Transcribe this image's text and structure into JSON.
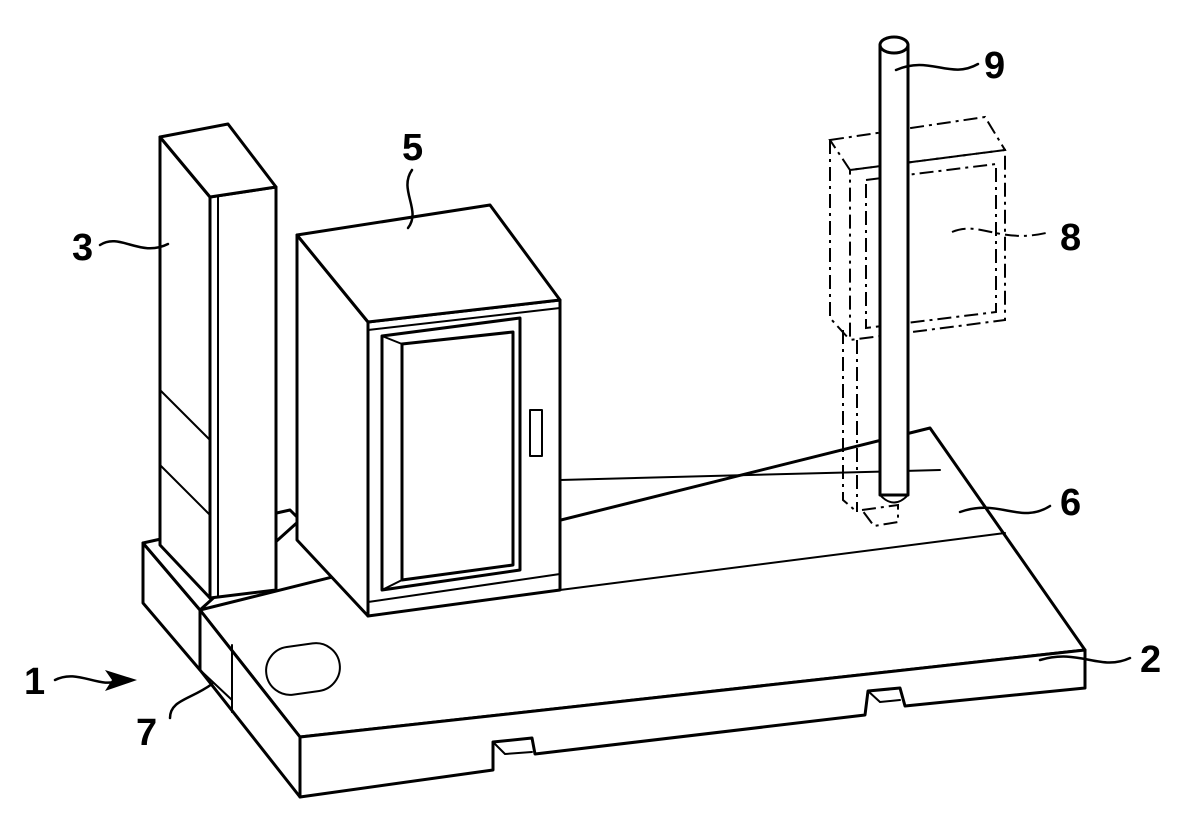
{
  "labels": {
    "system": "1",
    "base_plate": "2",
    "tall_cabinet": "3",
    "control_cabinet": "5",
    "rail_strip": "6",
    "side_block": "7",
    "mounted_box": "8",
    "pole": "9"
  }
}
